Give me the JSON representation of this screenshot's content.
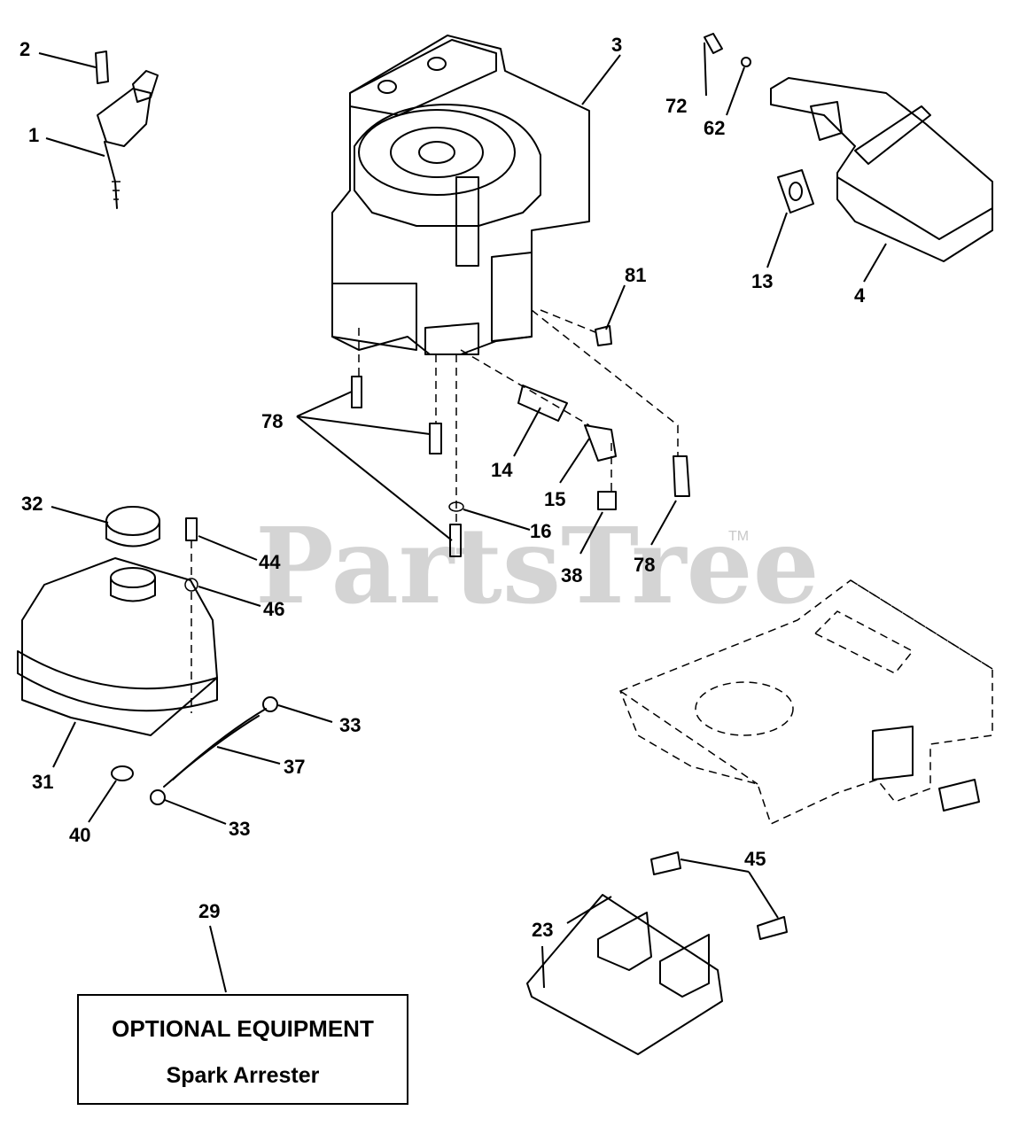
{
  "watermark": {
    "text": "PartsTree",
    "trademark": "TM"
  },
  "callouts": {
    "c1": "1",
    "c2": "2",
    "c3": "3",
    "c4": "4",
    "c13": "13",
    "c14": "14",
    "c15": "15",
    "c16": "16",
    "c23": "23",
    "c29": "29",
    "c31": "31",
    "c32": "32",
    "c33a": "33",
    "c33b": "33",
    "c37": "37",
    "c38": "38",
    "c40": "40",
    "c44": "44",
    "c45": "45",
    "c46": "46",
    "c62": "62",
    "c72": "72",
    "c78a": "78",
    "c78b": "78",
    "c81": "81"
  },
  "optional_box": {
    "title": "OPTIONAL EQUIPMENT",
    "subtitle": "Spark Arrester"
  }
}
